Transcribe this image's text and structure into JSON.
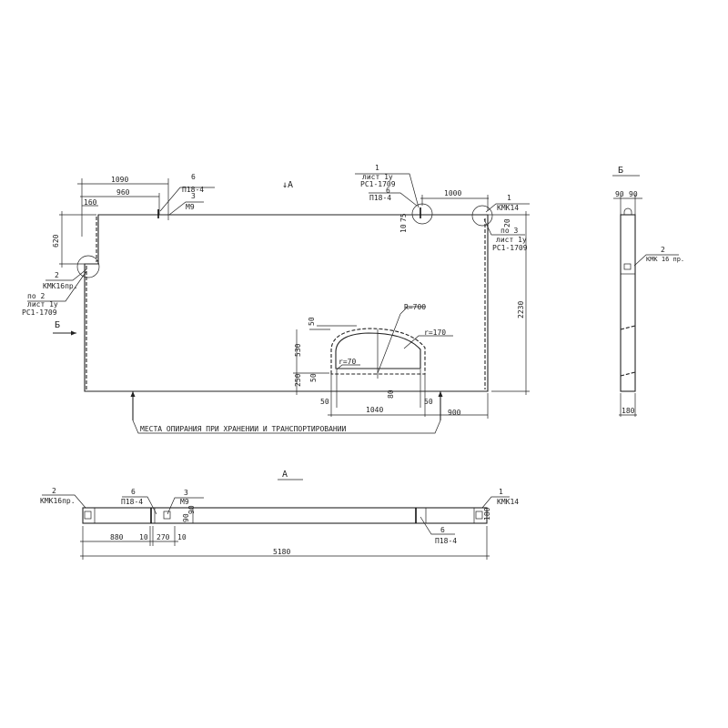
{
  "plan": {
    "view_mark": "↓А",
    "dims": {
      "d1090": "1090",
      "d960": "960",
      "d160": "160",
      "d620": "620",
      "d1000": "1000",
      "d2230": "2230",
      "d20": "20",
      "d10": "10",
      "d75": "75",
      "d530": "530",
      "d250": "250",
      "d50a": "50",
      "d50b": "50",
      "d50c": "50",
      "d50d": "50",
      "d80": "80",
      "d1040": "1040",
      "d900": "900"
    },
    "callouts": {
      "c6_num": "6",
      "c6_text": "П18-4",
      "c3_num": "3",
      "c3_text": "М9",
      "c1a_num": "1",
      "c1a_l1": "лист 1у",
      "c1a_l2": "РС1-1709",
      "c6b_num": "6",
      "c6b_text": "П18-4",
      "c1b_num": "1",
      "c1b_text": "КМК14",
      "po3_l1": "по 3",
      "po3_l2": "лист 1у",
      "po3_l3": "РС1-1709",
      "c2_num": "2",
      "c2_text": "КМК16пр.",
      "po2_l1": "по 2",
      "po2_l2": "лист 1у",
      "po2_l3": "РС1-1709"
    },
    "section_b_arrow": "Б",
    "radii": {
      "R": "R=700",
      "r170": "r=170",
      "r70": "r=70"
    },
    "support_note": "МЕСТА ОПИРАНИЯ ПРИ ХРАНЕНИИ И ТРАНСПОРТИРОВАНИИ"
  },
  "section_a": {
    "title": "А",
    "callouts": {
      "c2_num": "2",
      "c2_text": "КМК16пр.",
      "c6_num": "6",
      "c6_text": "П18-4",
      "c3_num": "3",
      "c3_text": "М9",
      "c1_num": "1",
      "c1_text": "КМК14",
      "c6b_num": "6",
      "c6b_text": "П18-4"
    },
    "dims": {
      "d880": "880",
      "d10a": "10",
      "d270": "270",
      "d10b": "10",
      "d5180": "5180",
      "d180": "180",
      "d90a": "90",
      "d90b": "90"
    }
  },
  "section_b": {
    "title": "Б",
    "dims": {
      "d90a": "90",
      "d90b": "90",
      "d180": "180"
    },
    "callout_num": "2",
    "callout_text": "КМК 16 пр."
  }
}
